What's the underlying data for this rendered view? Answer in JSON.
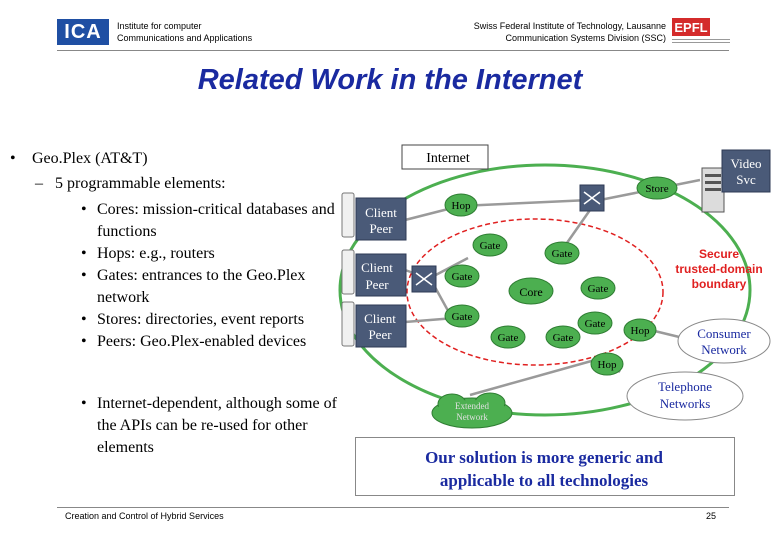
{
  "header": {
    "logo_text": "ICA",
    "left_line1": "Institute for computer",
    "left_line2": "Communications and Applications",
    "right_line1": "Swiss Federal Institute of Technology, Lausanne",
    "right_line2": "Communication Systems Division (SSC)",
    "epfl_logo_text": "EPFL"
  },
  "title": "Related Work in the Internet",
  "bullets": {
    "main": "Geo.Plex (AT&T)",
    "sub": "5 programmable elements:",
    "items": [
      "Cores: mission-critical databases and functions",
      "Hops: e.g., routers",
      "Gates: entrances to the Geo.Plex network",
      "Stores: directories, event reports",
      "Peers: Geo.Plex-enabled devices"
    ],
    "note": "Internet-dependent, although some of the APIs can be re-used for other elements"
  },
  "diagram": {
    "internet_label": "Internet",
    "peer1": [
      "Client",
      "Peer"
    ],
    "peer2": [
      "Client",
      "Peer"
    ],
    "peer3": [
      "Client",
      "Peer"
    ],
    "hop_top": "Hop",
    "hop_right": "Hop",
    "hop_bottom": "Hop",
    "store": "Store",
    "video_svc": [
      "Video",
      "Svc"
    ],
    "core": "Core",
    "gate_labels": [
      "Gate",
      "Gate",
      "Gate",
      "Gate",
      "Gate",
      "Gate",
      "Gate",
      "Gate"
    ],
    "secure_boundary": [
      "Secure",
      "trusted-domain",
      "boundary"
    ],
    "consumer_network": [
      "Consumer",
      "Network"
    ],
    "telephone_networks": [
      "Telephone",
      "Networks"
    ],
    "extended_network": [
      "Extended",
      "Network"
    ]
  },
  "solution": [
    "Our solution is more generic and",
    "applicable to all technologies"
  ],
  "footer": {
    "text": "Creation and Control of Hybrid Services",
    "page": "25"
  }
}
